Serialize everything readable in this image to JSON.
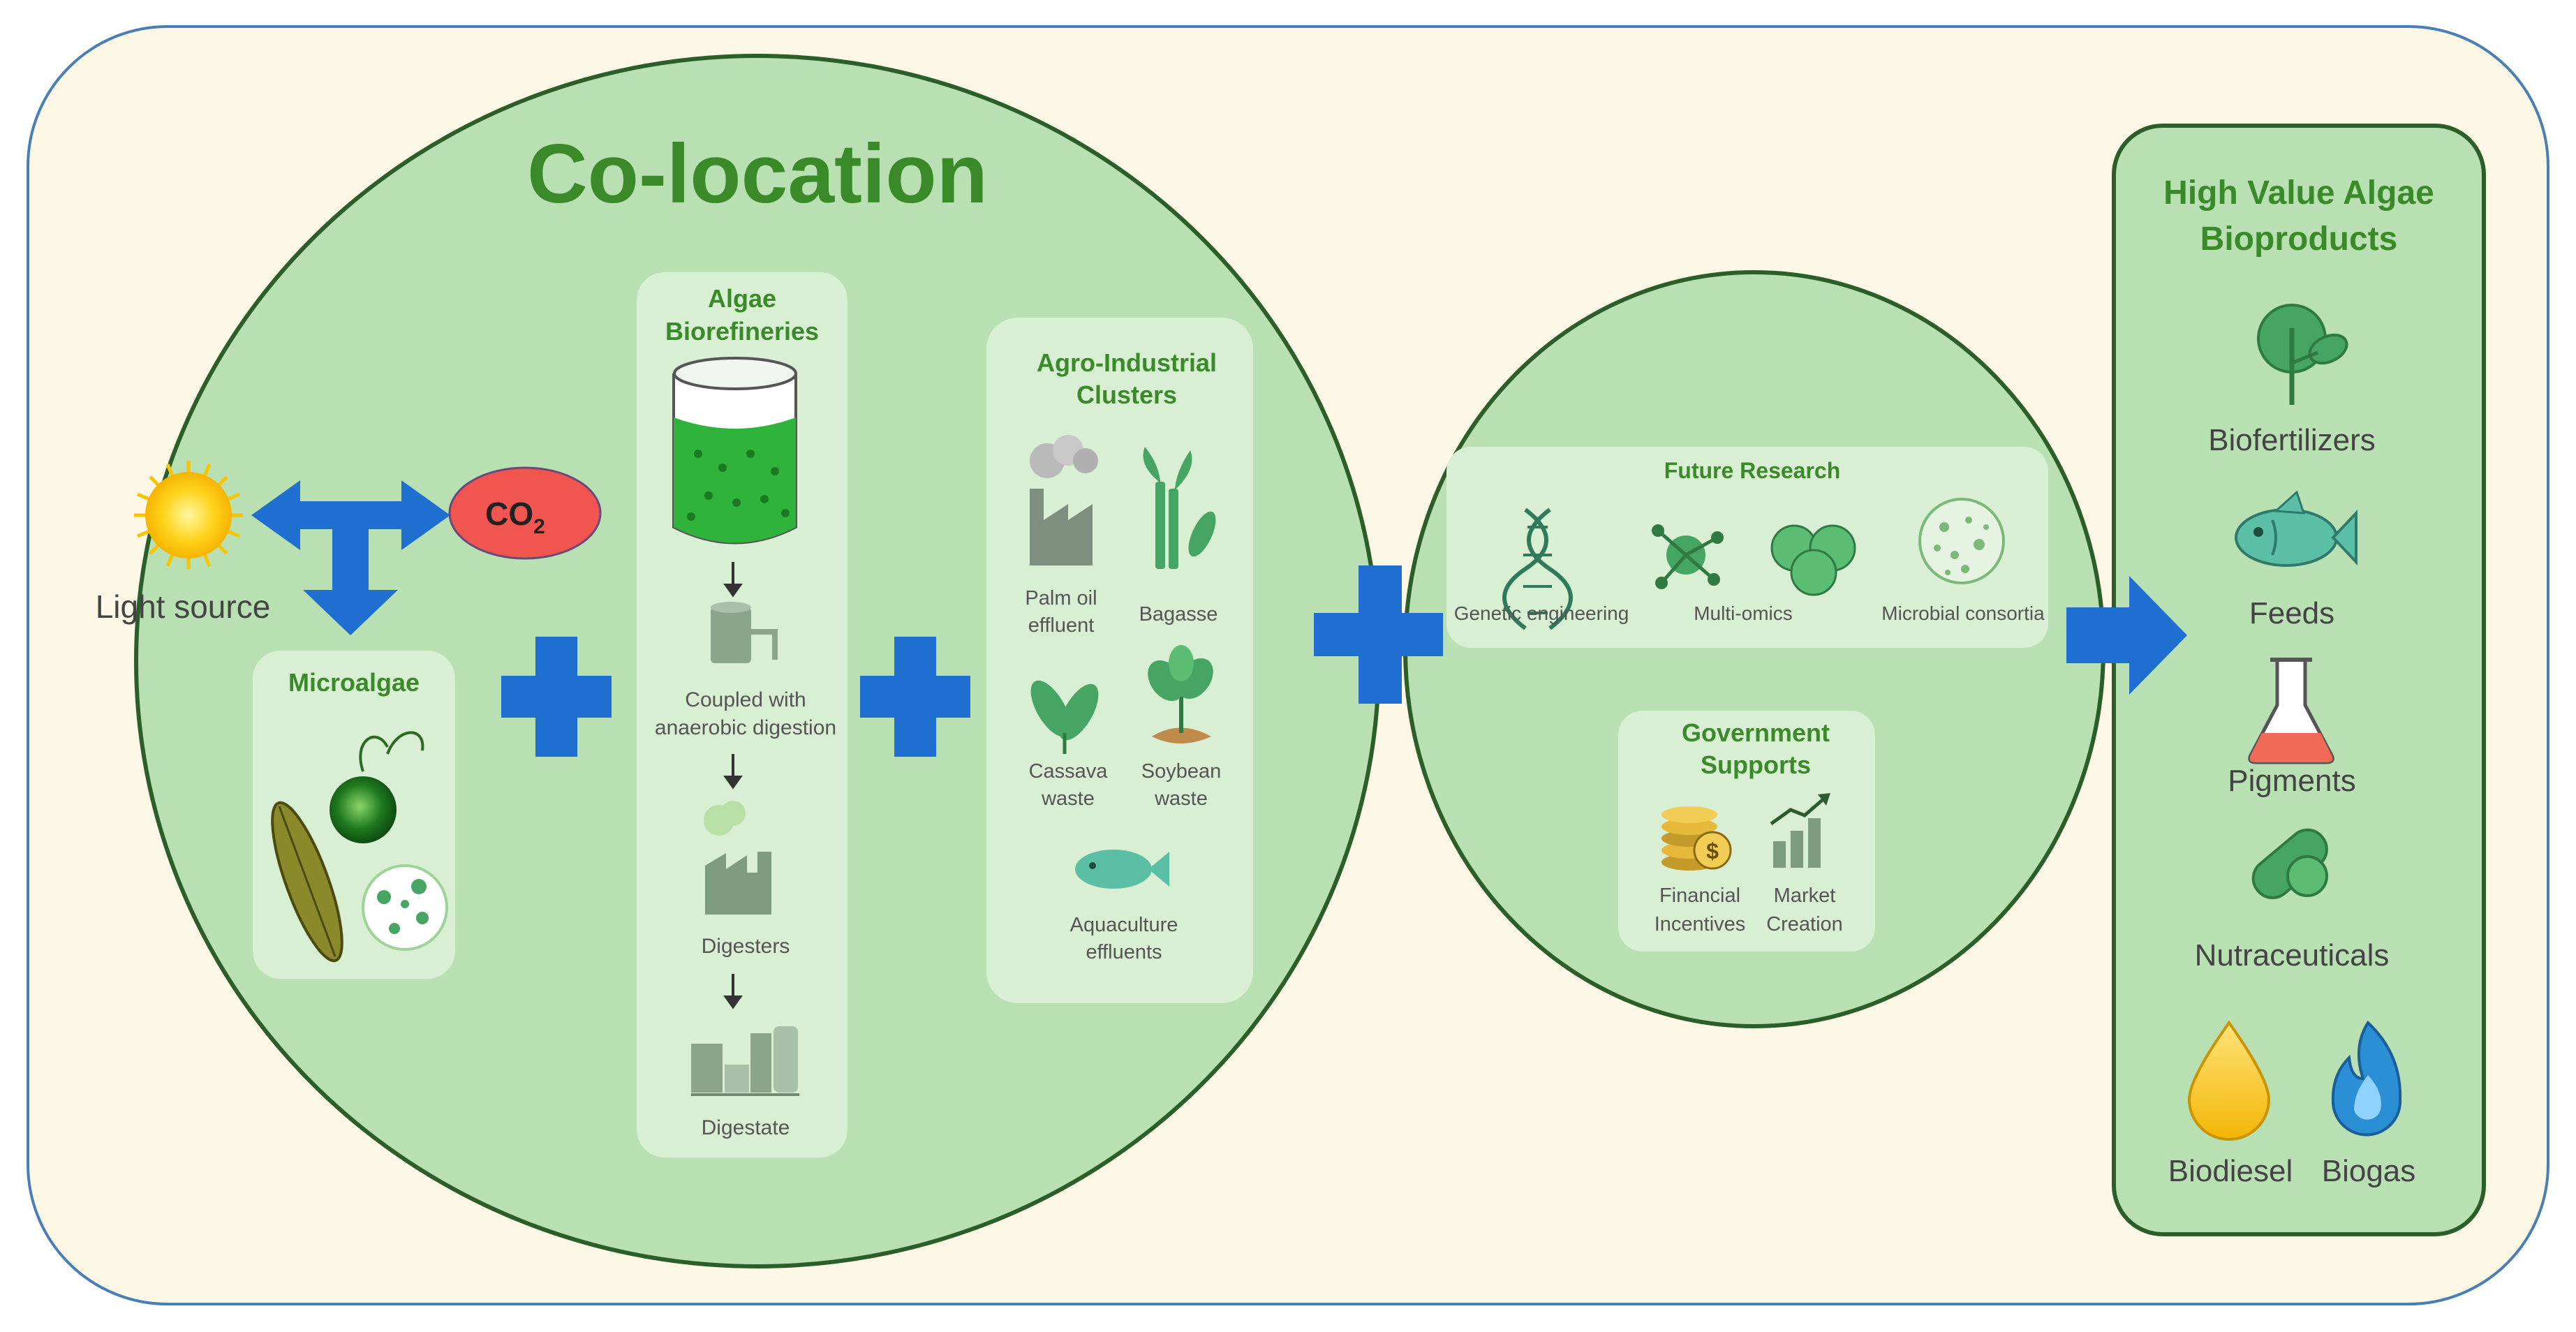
{
  "title": "Co-location",
  "sources": {
    "light_label": "Light source",
    "co2_main": "CO",
    "co2_sub": "2"
  },
  "microalgae": {
    "title": "Microalgae"
  },
  "biorefineries": {
    "title_line1": "Algae",
    "title_line2": "Biorefineries",
    "step1_line1": "Coupled with",
    "step1_line2": "anaerobic digestion",
    "step2": "Digesters",
    "step3": "Digestate"
  },
  "clusters": {
    "title_line1": "Agro-Industrial",
    "title_line2": "Clusters",
    "items": [
      {
        "line1": "Palm oil",
        "line2": "effluent"
      },
      {
        "line1": "Bagasse",
        "line2": ""
      },
      {
        "line1": "Cassava",
        "line2": "waste"
      },
      {
        "line1": "Soybean",
        "line2": "waste"
      },
      {
        "line1": "Aquaculture",
        "line2": "effluents"
      }
    ]
  },
  "future_research": {
    "title": "Future Research",
    "items": [
      "Genetic engineering",
      "Multi-omics",
      "Microbial consortia"
    ]
  },
  "government": {
    "title_line1": "Government",
    "title_line2": "Supports",
    "items": [
      {
        "line1": "Financial",
        "line2": "Incentives"
      },
      {
        "line1": "Market",
        "line2": "Creation"
      }
    ]
  },
  "products": {
    "title_line1": "High Value Algae",
    "title_line2": "Bioproducts",
    "items": [
      "Biofertilizers",
      "Feeds",
      "Pigments",
      "Nutraceuticals",
      "Biodiesel",
      "Biogas"
    ]
  },
  "colors": {
    "outer_bg": "#fdf7e6",
    "outer_border": "#4a7fb5",
    "circle_fill": "#b9e0b2",
    "circle_border": "#2c5e2a",
    "panel_fill": "#d9efd3",
    "title_green": "#3a8a2a",
    "blue_arrow": "#1f6fd1",
    "co2_red": "#f0554f",
    "icon_green": "#46a563",
    "label_gray": "#555555"
  }
}
